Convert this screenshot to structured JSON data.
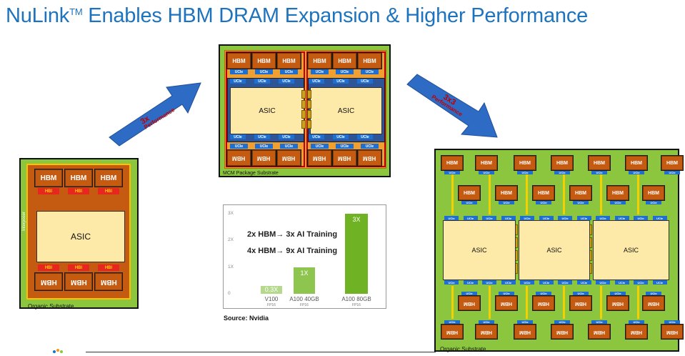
{
  "title": {
    "main": "NuLink",
    "tm": "TM",
    "rest": " Enables HBM DRAM Expansion & Higher Performance"
  },
  "colors": {
    "title": "#1e73be",
    "substrate": "#8cc63f",
    "hbm": "#c55a11",
    "ucie": "#1f6fd1",
    "asic": "#fde9a8",
    "perf": "#c00000"
  },
  "left_pkg": {
    "hbm": "HBM",
    "hbi": "HBI",
    "asic": "ASIC",
    "interposer": "Interposer",
    "substrate": "Organic Substrate"
  },
  "mid_pkg": {
    "hbm": "HBM",
    "ucie": "UCIe",
    "asic": "ASIC",
    "substrate": "MCM Package Substrate"
  },
  "right_pkg": {
    "hbm": "HBM",
    "ucie": "UCIe",
    "asic": "ASIC",
    "substrate": "Organic Substrate"
  },
  "arrow1": {
    "value": "3x",
    "sub": "Performance"
  },
  "arrow2": {
    "value": "3x3",
    "sub": "Performance"
  },
  "chart_data": {
    "type": "bar",
    "categories": [
      "V100",
      "A100 40GB",
      "A100 80GB"
    ],
    "category_sub": [
      "FP16",
      "FP16",
      "FP16"
    ],
    "values": [
      0.3,
      1,
      3
    ],
    "value_labels": [
      "0.3X",
      "1X",
      "3X"
    ],
    "bar_colors": [
      "#b5d98c",
      "#8ec54f",
      "#6fb324"
    ],
    "yticks": [
      "0",
      "1X",
      "2X",
      "3X"
    ],
    "ylim": [
      0,
      3
    ],
    "annotations": [
      "2x HBM→ 3x AI Training",
      "4x HBM→ 9x AI Training"
    ]
  },
  "source": "Source: Nvidia"
}
